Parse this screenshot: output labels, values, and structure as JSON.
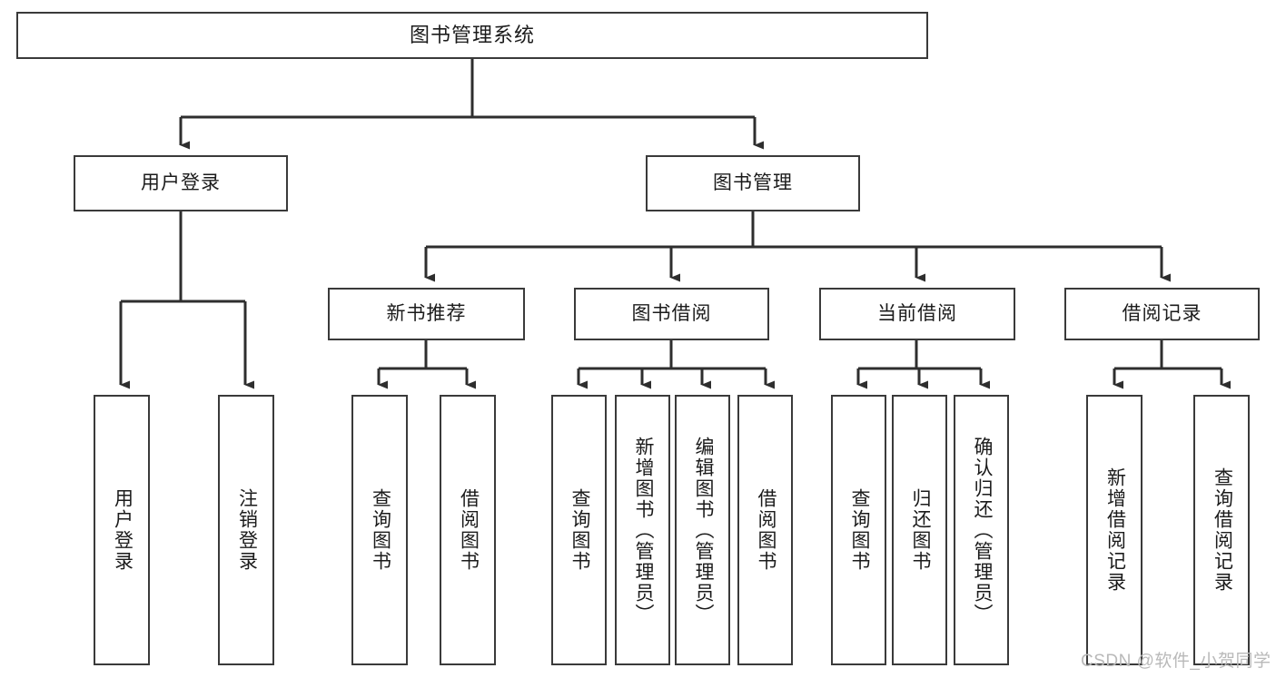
{
  "diagram": {
    "title": "图书管理系统",
    "root": {
      "label": "图书管理系统"
    },
    "level2": [
      {
        "label": "用户登录"
      },
      {
        "label": "图书管理"
      }
    ],
    "level3": [
      {
        "label": "新书推荐"
      },
      {
        "label": "图书借阅"
      },
      {
        "label": "当前借阅"
      },
      {
        "label": "借阅记录"
      }
    ],
    "leaves": {
      "user_login": [
        {
          "label": "用户登录"
        },
        {
          "label": "注销登录"
        }
      ],
      "new_book_recommend": [
        {
          "label": "查询图书"
        },
        {
          "label": "借阅图书"
        }
      ],
      "book_borrow": [
        {
          "label": "查询图书"
        },
        {
          "label": "新增图书（管理员）"
        },
        {
          "label": "编辑图书（管理员）"
        },
        {
          "label": "借阅图书"
        }
      ],
      "current_borrow": [
        {
          "label": "查询图书"
        },
        {
          "label": "归还图书"
        },
        {
          "label": "确认归还（管理员）"
        }
      ],
      "borrow_record": [
        {
          "label": "新增借阅记录"
        },
        {
          "label": "查询借阅记录"
        }
      ]
    },
    "watermark": "CSDN @软件_小贺同学",
    "colors": {
      "stroke": "#3a3a3a",
      "fill": "#ffffff",
      "text": "#1b1b1b",
      "watermark": "#b9b9b9"
    }
  }
}
